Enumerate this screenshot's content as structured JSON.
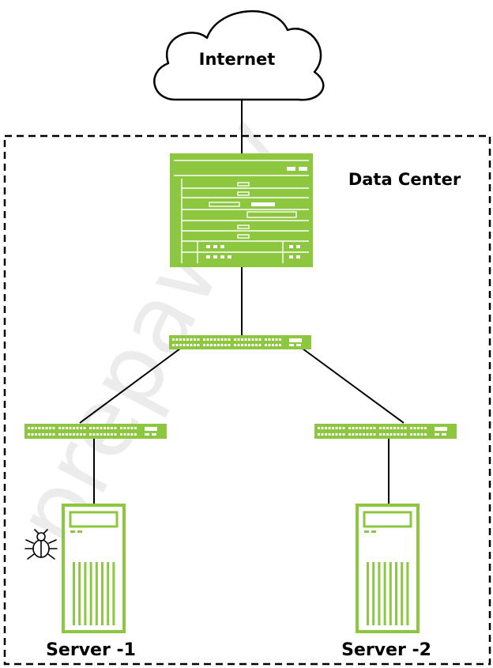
{
  "internet": {
    "label": "Internet"
  },
  "datacenter": {
    "label": "Data Center"
  },
  "servers": [
    {
      "label": "Server -1"
    },
    {
      "label": "Server -2"
    }
  ],
  "watermark": {
    "text": "prepaway"
  },
  "icons": {
    "cloud": "cloud-icon",
    "router": "core-router-icon",
    "switch": "network-switch-icon",
    "server": "server-tower-icon",
    "bug": "bug-icon"
  },
  "colors": {
    "device_fill": "#8dc63f",
    "device_stroke": "#8dc63f",
    "line": "#000000",
    "watermark": "#000000"
  }
}
